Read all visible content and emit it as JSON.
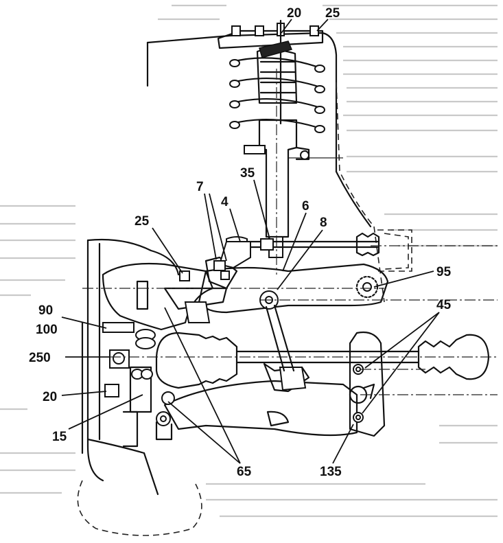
{
  "figure": {
    "callouts": [
      {
        "id": "c-20-top",
        "label": "20"
      },
      {
        "id": "c-25-top",
        "label": "25"
      },
      {
        "id": "c-35",
        "label": "35"
      },
      {
        "id": "c-7",
        "label": "7"
      },
      {
        "id": "c-4",
        "label": "4"
      },
      {
        "id": "c-6",
        "label": "6"
      },
      {
        "id": "c-8",
        "label": "8"
      },
      {
        "id": "c-25-left",
        "label": "25"
      },
      {
        "id": "c-95",
        "label": "95"
      },
      {
        "id": "c-45",
        "label": "45"
      },
      {
        "id": "c-90",
        "label": "90"
      },
      {
        "id": "c-100",
        "label": "100"
      },
      {
        "id": "c-250",
        "label": "250"
      },
      {
        "id": "c-20-left",
        "label": "20"
      },
      {
        "id": "c-15",
        "label": "15"
      },
      {
        "id": "c-65",
        "label": "65"
      },
      {
        "id": "c-135",
        "label": "135"
      }
    ]
  }
}
